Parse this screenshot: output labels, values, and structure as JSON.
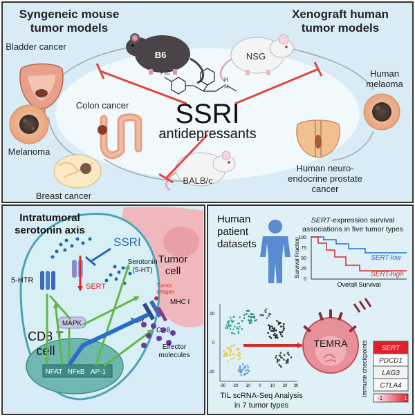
{
  "top_panel": {
    "left_title_1": "Syngeneic mouse",
    "left_title_2": "tumor models",
    "right_title_1": "Xenograft human",
    "right_title_2": "tumor models",
    "bladder": "Bladder cancer",
    "colon": "Colon cancer",
    "melanoma": "Melanoma",
    "breast": "Breast cancer",
    "mouse_b6": "B6",
    "mouse_nsg": "NSG",
    "mouse_balbc": "BALB/c",
    "human_melanoma_1": "Human",
    "human_melanoma_2": "melaoma",
    "prostate_1": "Human neuro-",
    "prostate_2": "endocrine prostate",
    "prostate_3": "cancer",
    "drug_big": "SSRI",
    "drug_small": "antidepressants",
    "cf3": "F₃C",
    "nh": "H",
    "n": "N"
  },
  "left_panel": {
    "title_1": "Intratumoral",
    "title_2": "serotonin axis",
    "ssri": "SSRI",
    "serotonin_1": "Serotonin",
    "serotonin_2": "(5-HT)",
    "tumor_cell_1": "Tumor",
    "tumor_cell_2": "cell",
    "tumor_antigen_1": "Tumor",
    "tumor_antigen_2": "antigen",
    "mhc": "MHC I",
    "tcr": "TCR",
    "cd8": "CD8",
    "htr": "5-HTR",
    "sert": "SERT",
    "mapk": "MAPK",
    "cd8t_1": "CD8 T",
    "cd8t_2": "cell",
    "nfat": "NFAT",
    "nfkb": "NFκB",
    "ap1": "AP-1",
    "effector_1": "Effector",
    "effector_2": "molecules"
  },
  "right_panel": {
    "title_1": "Human",
    "title_2": "patient",
    "title_3": "datasets",
    "survival_title_gene": "SERT",
    "survival_title_rest": "-expression survival",
    "survival_title_2": "associations in five tumor types",
    "ylabel": "Survival Fraction",
    "xlabel": "Overall Survival",
    "yticks": [
      "100",
      "75",
      "50",
      "25",
      "0"
    ],
    "low_label": "SERT-low",
    "high_label": "SERT-high",
    "temra": "TEMRA",
    "checkpoints_label": "Immune checkpoints",
    "genes": [
      "SERT",
      "PDCD1",
      "LAG3",
      "CTLA4"
    ],
    "scale_min": "-1",
    "scale_max": "1",
    "tsne_caption_1": "TIL scRNA-Seq Analysis",
    "tsne_caption_2": "in 7 tumor types",
    "tsne_xticks": [
      "-30",
      "-20",
      "-10",
      "0",
      "10",
      "20",
      "30"
    ],
    "tsne_yticks": [
      "20",
      "0",
      "-20"
    ]
  },
  "colors": {
    "top_bg": "#d9ecf6",
    "left_bg": "#d8ecf7",
    "right_bg": "#dff0f7",
    "inhibit": "#e2443d",
    "activate": "#5fb848",
    "serotonin": "#2266b8",
    "sert_high": "#d42a2a",
    "sert_low": "#2a6cc8"
  }
}
